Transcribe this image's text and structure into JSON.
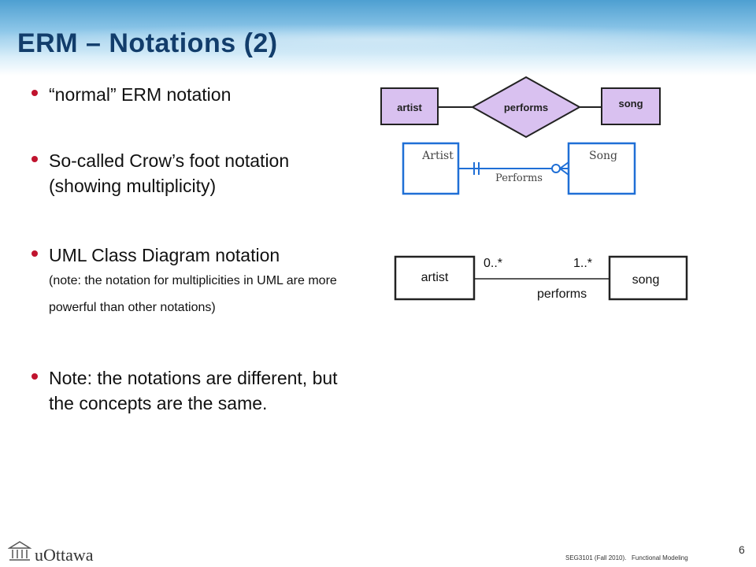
{
  "slide": {
    "title": "ERM – Notations (2)",
    "page_number": "6"
  },
  "bullets": [
    {
      "text": "“normal” ERM notation"
    },
    {
      "text": "So-called Crow’s foot notation (showing multiplicity)"
    },
    {
      "text": "UML Class Diagram notation",
      "sub": "(note: the notation for multiplicities in UML are more powerful than other notations)"
    },
    {
      "text": "Note: the notations are different, but the concepts are the same."
    }
  ],
  "erm_diagram": {
    "entity_left": "artist",
    "relationship": "performs",
    "entity_right": "song"
  },
  "crowsfoot_diagram": {
    "entity_left": "Artist",
    "entity_right": "Song",
    "relationship": "Performs"
  },
  "uml_diagram": {
    "class_left": "artist",
    "class_right": "song",
    "mult_left": "0..*",
    "mult_right": "1..*",
    "association": "performs"
  },
  "footer": {
    "logo_text": "uOttawa",
    "course": "SEG3101 (Fall 2010).   Functional Modeling"
  },
  "colors": {
    "title": "#123d6b",
    "bullet_dot": "#c0132e",
    "erm_fill": "#d9c1f0",
    "erm_stroke": "#222222",
    "crowsfoot_stroke": "#1f6fd6"
  }
}
